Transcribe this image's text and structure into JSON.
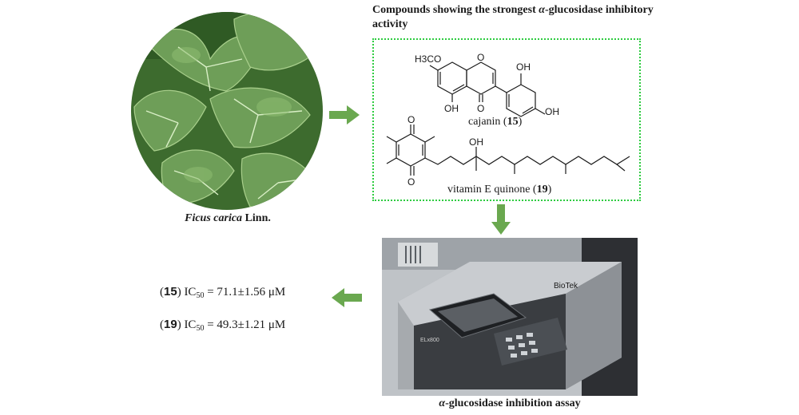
{
  "plant": {
    "name_italic": "Ficus carica",
    "name_suffix": " Linn."
  },
  "compounds": {
    "title_part1": "Compounds showing the strongest ",
    "title_alpha": "α",
    "title_part2": "-glucosidase inhibitory activity",
    "cajanin": {
      "label_h3co": "H3CO",
      "label_o_ring": "O",
      "label_oh_top": "OH",
      "label_oh_bottom_left": "OH",
      "label_o_carbonyl": "O",
      "label_oh_right": "OH",
      "name_prefix": "cajanin (",
      "number": "15",
      "name_suffix": ")"
    },
    "vitamin_e_quinone": {
      "label_o_top": "O",
      "label_o_bottom": "O",
      "label_oh": "OH",
      "name_prefix": "vitamin E quinone (",
      "number": "19",
      "name_suffix": ")"
    }
  },
  "assay": {
    "alpha": "α",
    "label": "-glucosidase inhibition assay",
    "instrument_brand": "BioTek",
    "instrument_model": "ELx800"
  },
  "results": [
    {
      "number": "15",
      "ic_prefix": "IC",
      "ic_sub": "50",
      "value": " = 71.1±1.56 μM"
    },
    {
      "number": "19",
      "ic_prefix": "IC",
      "ic_sub": "50",
      "value": " = 49.3±1.21 μM"
    }
  ],
  "colors": {
    "arrow": "#6aa84f",
    "box_border": "#2ecc40",
    "leaf": "#4f8a3a"
  }
}
